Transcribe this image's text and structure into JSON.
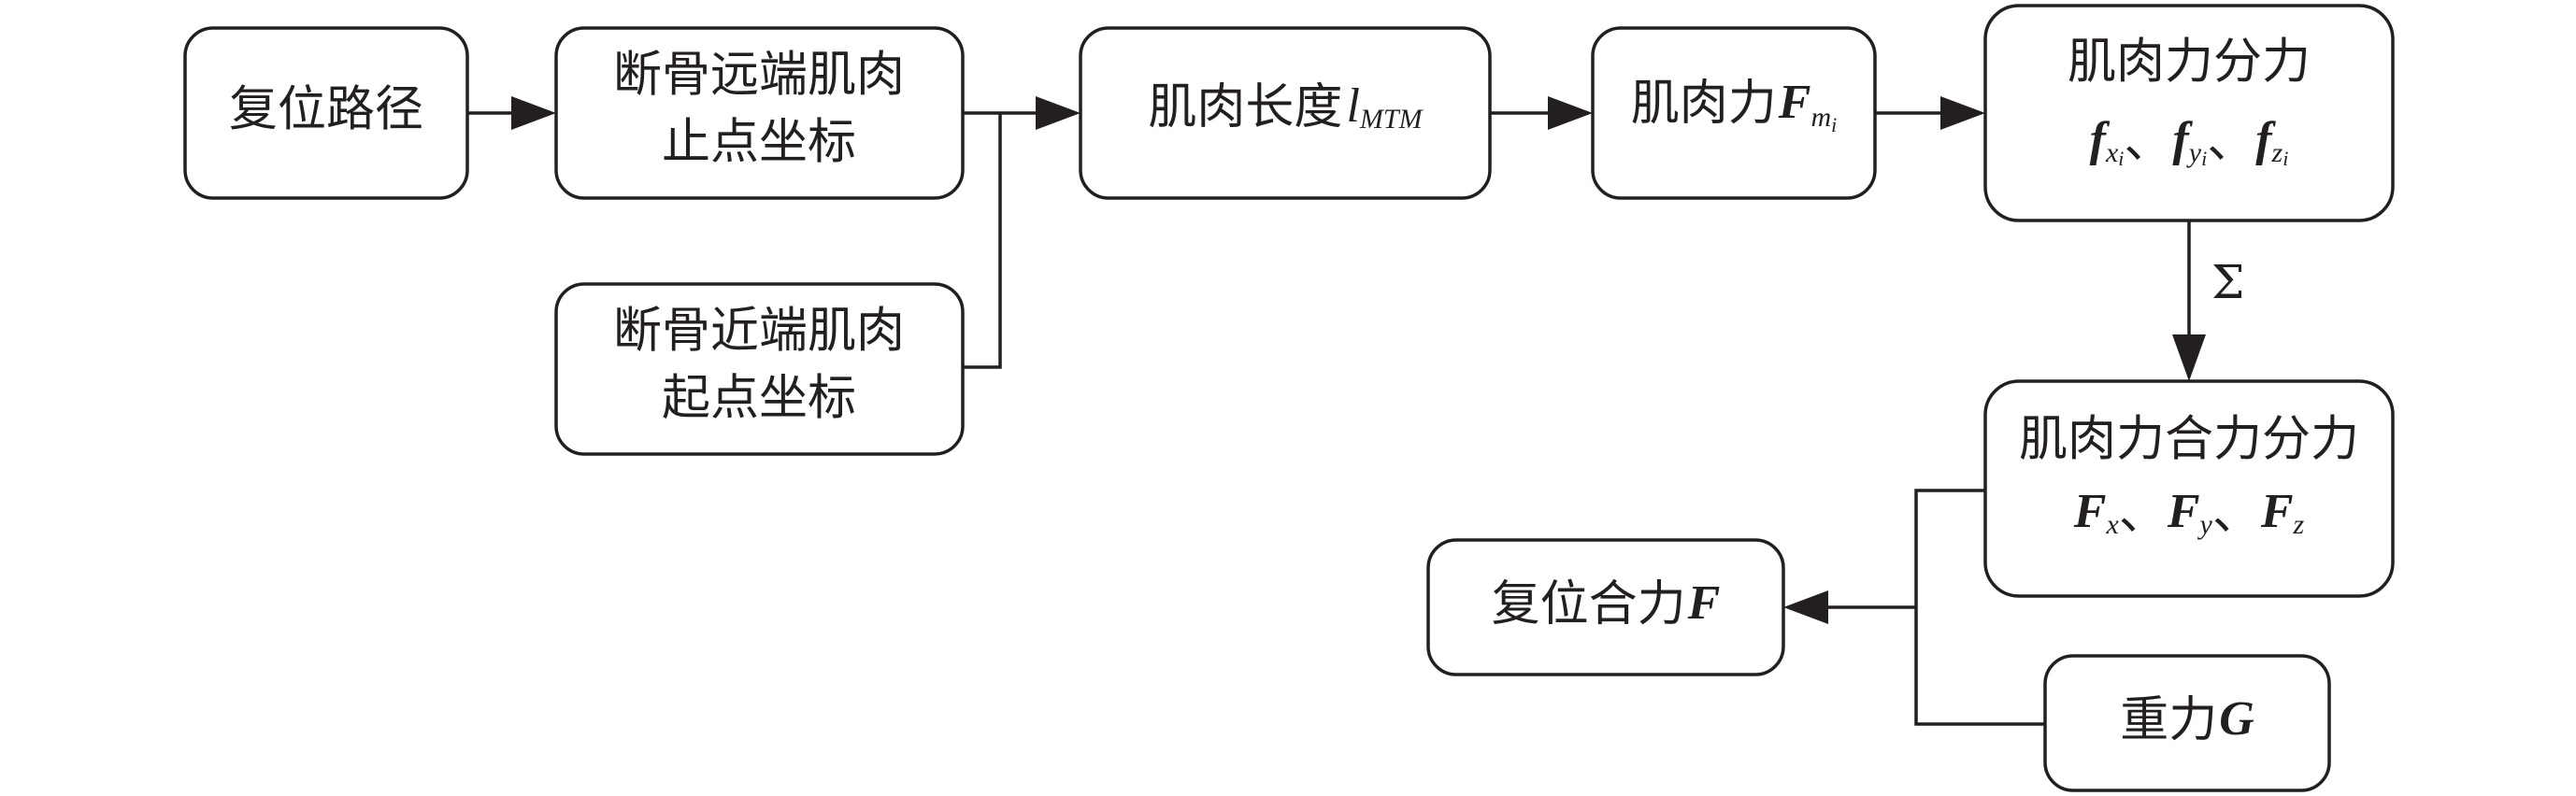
{
  "nodes": {
    "reset_path": {
      "label": "复位路径"
    },
    "distal_insertion": {
      "line1": "断骨远端肌肉",
      "line2": "止点坐标"
    },
    "proximal_origin": {
      "line1": "断骨近端肌肉",
      "line2": "起点坐标"
    },
    "muscle_length": {
      "text": "肌肉长度",
      "symbol": "l",
      "subscript": "MTM"
    },
    "muscle_force": {
      "text": "肌肉力",
      "symbol": "F",
      "subscript": "m",
      "subsubscript": "i"
    },
    "force_components": {
      "line1": "肌肉力分力",
      "terms": [
        {
          "symbol": "f",
          "subscript": "x",
          "subsubscript": "i"
        },
        {
          "symbol": "f",
          "subscript": "y",
          "subsubscript": "i"
        },
        {
          "symbol": "f",
          "subscript": "z",
          "subsubscript": "i"
        }
      ],
      "separator": "、"
    },
    "resultant_components": {
      "line1": "肌肉力合力分力",
      "terms": [
        {
          "symbol": "F",
          "subscript": "x"
        },
        {
          "symbol": "F",
          "subscript": "y"
        },
        {
          "symbol": "F",
          "subscript": "z"
        }
      ],
      "separator": "、"
    },
    "reset_resultant": {
      "text": "复位合力",
      "symbol": "F"
    },
    "gravity": {
      "text": "重力",
      "symbol": "G"
    }
  },
  "edge_labels": {
    "sum": "Σ"
  }
}
